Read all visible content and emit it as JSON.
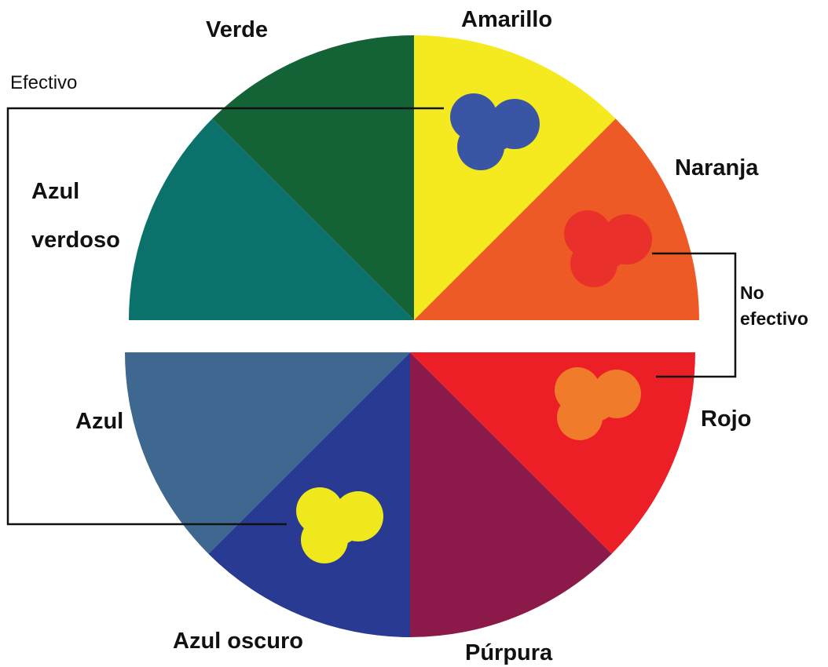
{
  "wheel": {
    "segments": [
      {
        "name": "Amarillo",
        "color": "#f4ea1f"
      },
      {
        "name": "Naranja",
        "color": "#ee5a26"
      },
      {
        "name": "Rojo",
        "color": "#ec1f26"
      },
      {
        "name": "Púrpura",
        "color": "#8b1a4b"
      },
      {
        "name": "Azul oscuro",
        "color": "#293a92"
      },
      {
        "name": "Azul",
        "color": "#3f6890"
      },
      {
        "name": "Azul verdoso",
        "color": "#0b716b"
      },
      {
        "name": "Verde",
        "color": "#136337"
      }
    ],
    "labels": {
      "verde": "Verde",
      "amarillo": "Amarillo",
      "naranja": "Naranja",
      "azul_verdoso_line1": "Azul",
      "azul_verdoso_line2": "verdoso",
      "azul": "Azul",
      "rojo": "Rojo",
      "azul_oscuro": "Azul oscuro",
      "purpura": "Púrpura"
    },
    "blobs": [
      {
        "on": "Amarillo",
        "color": "#3b55a5"
      },
      {
        "on": "Naranja",
        "color": "#e9302a"
      },
      {
        "on": "Rojo",
        "color": "#f07b2a"
      },
      {
        "on": "Azul oscuro",
        "color": "#eee81c"
      }
    ]
  },
  "annotations": {
    "effective": "Efectivo",
    "not_effective_line1": "No",
    "not_effective_line2": "efectivo"
  }
}
